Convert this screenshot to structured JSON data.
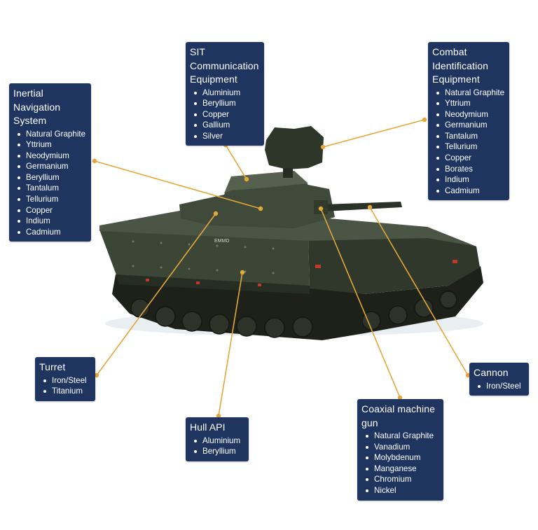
{
  "colors": {
    "callout_bg": "#1f3560",
    "leader_line": "#e3a73a",
    "vehicle_dark": "#2b3428",
    "vehicle_mid": "#3b4636",
    "vehicle_light": "#556150",
    "snow": "#e9eef3"
  },
  "vehicle": {
    "marking": "EMMD"
  },
  "callouts": [
    {
      "id": "inertial-navigation-system",
      "title": "Inertial Navigation System",
      "items": [
        "Natural Graphite",
        "Yttrium",
        "Neodymium",
        "Germanium",
        "Beryllium",
        "Tantalum",
        "Tellurium",
        "Copper",
        "Indium",
        "Cadmium"
      ]
    },
    {
      "id": "sit-communication-equipment",
      "title": "SIT Communication Equipment",
      "items": [
        "Aluminium",
        "Beryllium",
        "Copper",
        "Gallium",
        "Silver"
      ]
    },
    {
      "id": "combat-identification-equipment",
      "title": "Combat Identification Equipment",
      "items": [
        "Natural Graphite",
        "Yttrium",
        "Neodymium",
        "Germanium",
        "Tantalum",
        "Tellurium",
        "Copper",
        "Borates",
        "Indium",
        "Cadmium"
      ]
    },
    {
      "id": "turret",
      "title": "Turret",
      "items": [
        "Iron/Steel",
        "Titanium"
      ]
    },
    {
      "id": "hull-api",
      "title": "Hull API",
      "items": [
        "Aluminium",
        "Beryllium"
      ]
    },
    {
      "id": "coaxial-machine-gun",
      "title": "Coaxial machine gun",
      "items": [
        "Natural Graphite",
        "Vanadium",
        "Molybdenum",
        "Manganese",
        "Chromium",
        "Nickel"
      ]
    },
    {
      "id": "cannon",
      "title": "Cannon",
      "items": [
        "Iron/Steel"
      ]
    }
  ]
}
